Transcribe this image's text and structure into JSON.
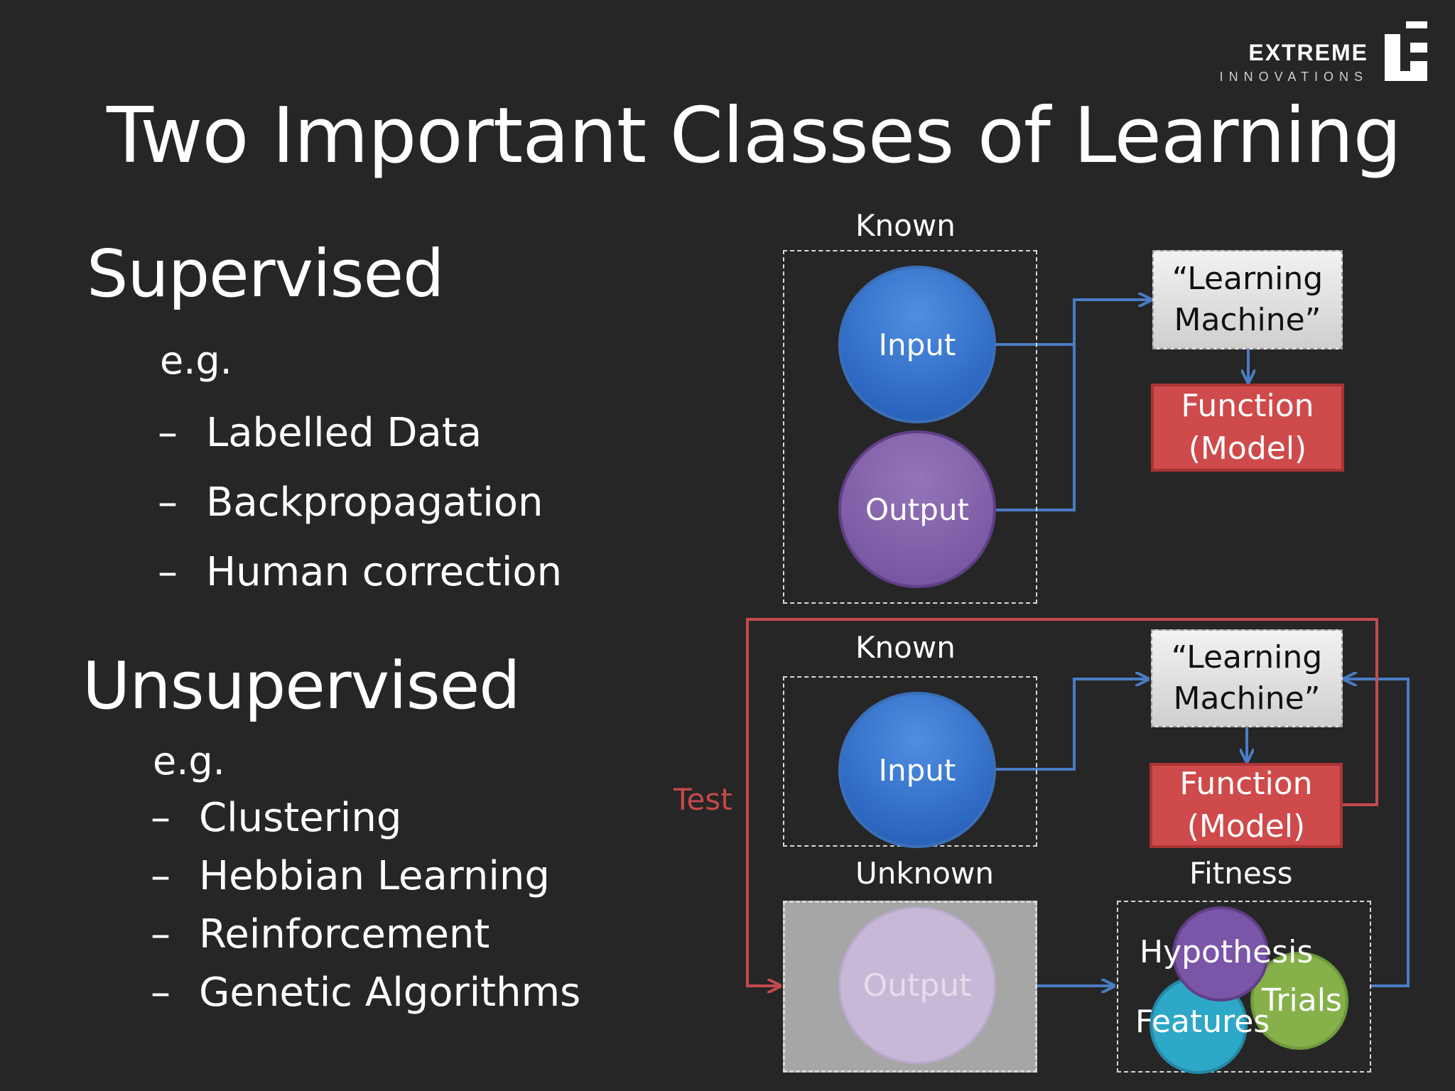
{
  "logo": {
    "name": "EXTREME",
    "sub": "INNOVATIONS"
  },
  "title": "Two Important Classes of Learning",
  "supervised": {
    "heading": "Supervised",
    "eg": "e.g.",
    "items": [
      "Labelled Data",
      "Backpropagation",
      "Human correction"
    ]
  },
  "unsupervised": {
    "heading": "Unsupervised",
    "eg": "e.g.",
    "items": [
      "Clustering",
      "Hebbian Learning",
      "Reinforcement",
      "Genetic Algorithms"
    ]
  },
  "dash": "–",
  "diagram_top": {
    "known_label": "Known",
    "input": "Input",
    "output": "Output",
    "learning_machine": [
      "“Learning",
      "Machine”"
    ],
    "function": [
      "Function",
      "(Model)"
    ]
  },
  "diagram_bottom": {
    "known_label": "Known",
    "input": "Input",
    "unknown_label": "Unknown",
    "output": "Output",
    "learning_machine": [
      "“Learning",
      "Machine”"
    ],
    "function": [
      "Function",
      "(Model)"
    ],
    "fitness_label": "Fitness",
    "test_label": "Test",
    "venn": {
      "hypothesis": "Hypothesis",
      "trials": "Trials",
      "features": "Features"
    }
  },
  "colors": {
    "background": "#262626",
    "arrow_blue": "#4a7cc4",
    "arrow_red": "#c44a4a",
    "function_red": "#cf4a4a",
    "input_blue": "#2d68c2",
    "output_purple": "#7c5ba5",
    "venn_purple": "#7a55a8",
    "venn_green": "#86b04a",
    "venn_cyan": "#2ea8c8"
  }
}
